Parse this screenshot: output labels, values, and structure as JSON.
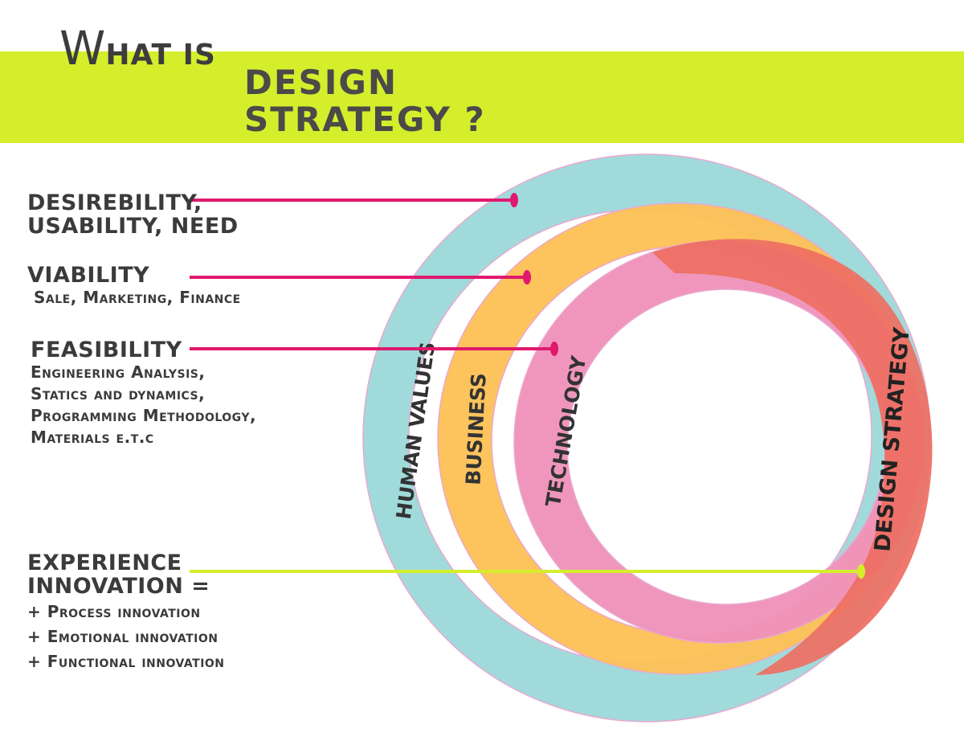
{
  "title": {
    "line1": "What is",
    "line2": "DESIGN",
    "line3": "STRATEGY ?"
  },
  "rings": [
    {
      "label": "HUMAN VALUES",
      "color": "#a1dadb"
    },
    {
      "label": "BUSINESS",
      "color": "#fdc158"
    },
    {
      "label": "TECHNOLOGY",
      "color": "#f093ba"
    },
    {
      "label": "DESIGN STRATEGY",
      "color": "#ee6f63"
    }
  ],
  "callouts": {
    "desirability": {
      "heading_line1": "DESIREBILITY,",
      "heading_line2": "USABILITY, NEED"
    },
    "viability": {
      "heading": "VIABILITY",
      "detail": "Sale, Marketing, Finance"
    },
    "feasibility": {
      "heading": "FEASIBILITY",
      "detail_line1": "Engineering Analysis,",
      "detail_line2": "Statics and dynamics,",
      "detail_line3": "Programming Methodology,",
      "detail_line4": "Materials e.t.c"
    },
    "experience": {
      "heading_line1": "EXPERIENCE",
      "heading_line2": "INNOVATION =",
      "item1": "+ Process innovation",
      "item2": "+ Emotional innovation",
      "item3": "+ Functional innovation"
    }
  },
  "colors": {
    "banner": "#d4ee2c",
    "pointer_pink": "#e0196e",
    "pointer_lime": "#d4ee2c",
    "text": "#3d3d3d"
  }
}
